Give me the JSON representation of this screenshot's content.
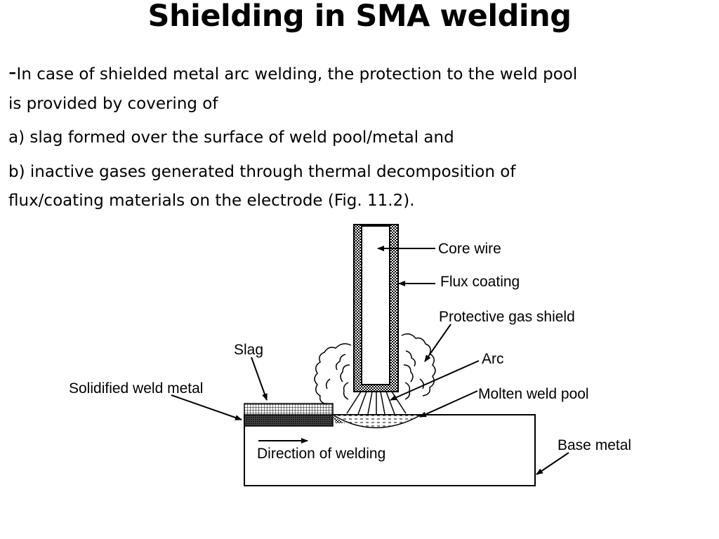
{
  "slide": {
    "title": "Shielding in SMA welding",
    "paragraph_dash": "-",
    "paragraph_line1": "In case of shielded metal arc welding, the protection to the weld pool",
    "paragraph_line2": "is provided by covering of",
    "item_a": "a) slag formed over the surface of weld pool/metal and",
    "item_b_line1": "b) inactive gases generated through thermal decomposition of",
    "item_b_line2": "flux/coating materials on the electrode (Fig. 11.2)."
  },
  "diagram": {
    "labels": {
      "core_wire": "Core wire",
      "flux_coating": "Flux coating",
      "protective_gas_shield": "Protective gas shield",
      "arc": "Arc",
      "molten_weld_pool": "Molten weld pool",
      "slag": "Slag",
      "solidified_weld_metal": "Solidified weld metal",
      "base_metal": "Base metal",
      "direction_of_welding": "Direction of welding"
    }
  }
}
